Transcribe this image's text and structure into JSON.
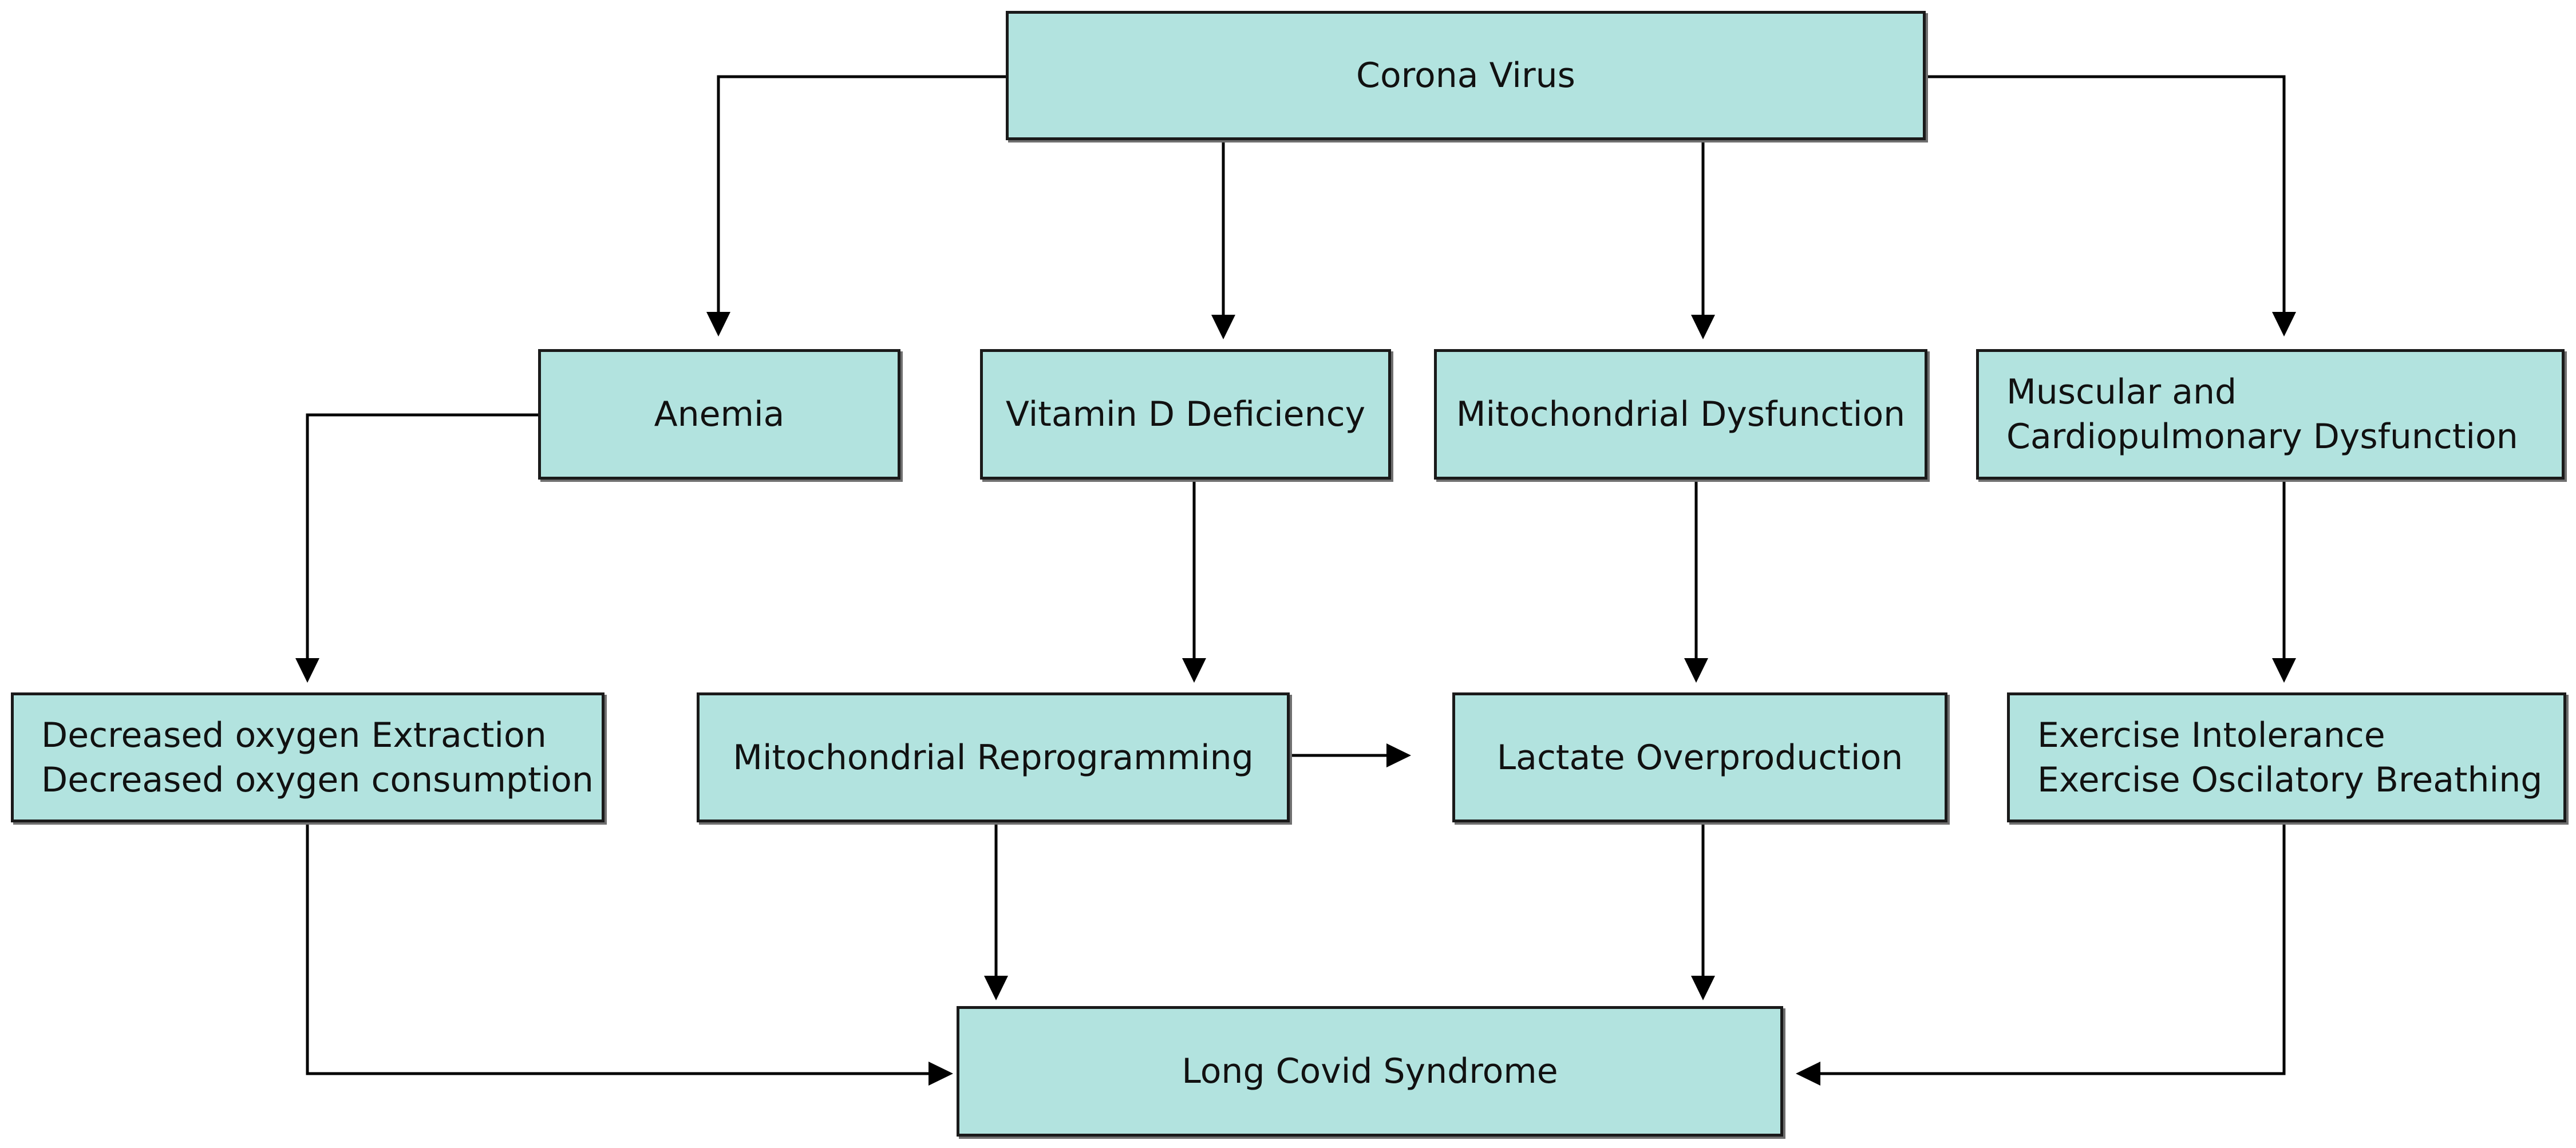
{
  "diagram": {
    "colors": {
      "box_fill": "#b2e3df",
      "border": "#1a1a1a",
      "arrow": "#000000"
    },
    "nodes": {
      "corona": {
        "lines": [
          "Corona Virus"
        ]
      },
      "anemia": {
        "lines": [
          "Anemia"
        ]
      },
      "vitd": {
        "lines": [
          "Vitamin D Deficiency"
        ]
      },
      "mitodys": {
        "lines": [
          "Mitochondrial Dysfunction"
        ]
      },
      "muscular": {
        "lines": [
          "Muscular and",
          "Cardiopulmonary Dysfunction"
        ]
      },
      "oxygen": {
        "lines": [
          "Decreased oxygen Extraction",
          "Decreased oxygen consumption"
        ]
      },
      "mitorep": {
        "lines": [
          "Mitochondrial Reprogramming"
        ]
      },
      "lactate": {
        "lines": [
          "Lactate Overproduction"
        ]
      },
      "exercise": {
        "lines": [
          "Exercise Intolerance",
          "Exercise Oscilatory Breathing"
        ]
      },
      "longcovid": {
        "lines": [
          "Long Covid Syndrome"
        ]
      }
    },
    "edges": [
      {
        "from": "corona",
        "to": "anemia"
      },
      {
        "from": "corona",
        "to": "vitd"
      },
      {
        "from": "corona",
        "to": "mitodys"
      },
      {
        "from": "corona",
        "to": "muscular"
      },
      {
        "from": "anemia",
        "to": "oxygen"
      },
      {
        "from": "vitd",
        "to": "mitorep"
      },
      {
        "from": "mitodys",
        "to": "lactate"
      },
      {
        "from": "muscular",
        "to": "exercise"
      },
      {
        "from": "mitorep",
        "to": "lactate"
      },
      {
        "from": "oxygen",
        "to": "longcovid"
      },
      {
        "from": "mitorep",
        "to": "longcovid"
      },
      {
        "from": "lactate",
        "to": "longcovid"
      },
      {
        "from": "exercise",
        "to": "longcovid"
      }
    ]
  }
}
